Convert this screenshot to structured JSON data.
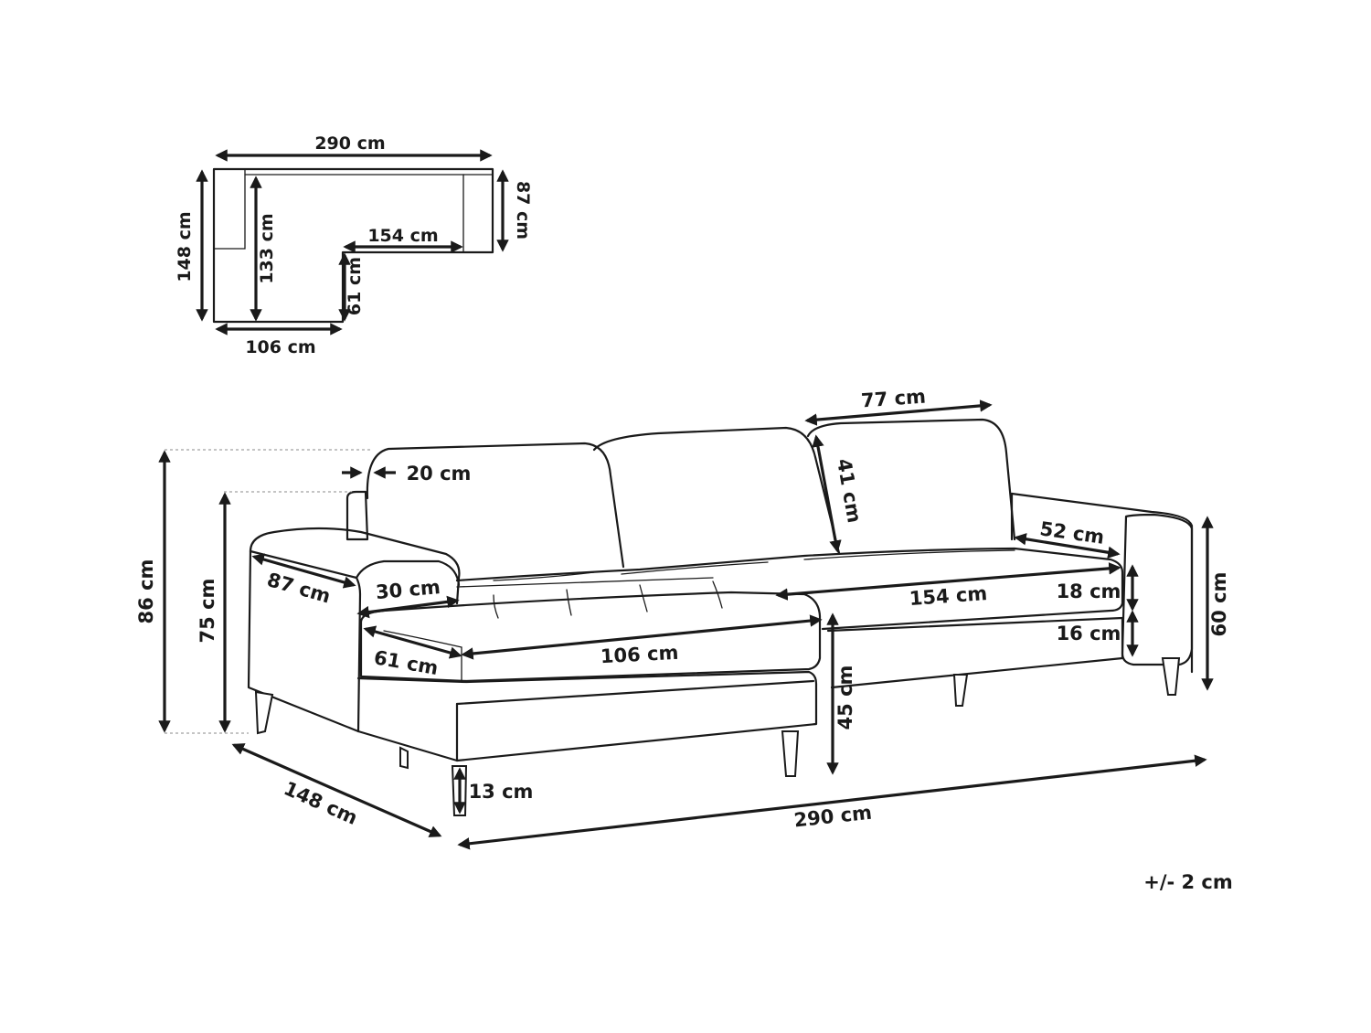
{
  "floor_plan": {
    "width_label": "290 cm",
    "depth_label": "148 cm",
    "inner_depth_label": "133 cm",
    "chaise_width_label": "106 cm",
    "chaise_inner_label": "61 cm",
    "seat_width_label": "154 cm",
    "back_depth_label": "87 cm"
  },
  "sofa": {
    "total_height_label": "86 cm",
    "arm_height_label": "75 cm",
    "cushion_thickness_label": "20 cm",
    "armrest_length_label": "87 cm",
    "armrest_width_label": "30 cm",
    "chaise_depth_label": "61 cm",
    "chaise_width_label": "106 cm",
    "seat_height_label": "45 cm",
    "leg_height_label": "13 cm",
    "depth_label": "148 cm",
    "total_width_label": "290 cm",
    "back_cushion_width_label": "77 cm",
    "back_cushion_height_label": "41 cm",
    "seat_depth_label": "52 cm",
    "seat_width_label": "154 cm",
    "seat_cushion_label": "18 cm",
    "base_height_label": "16 cm",
    "right_arm_height_label": "60 cm"
  },
  "tolerance_label": "+/- 2 cm"
}
